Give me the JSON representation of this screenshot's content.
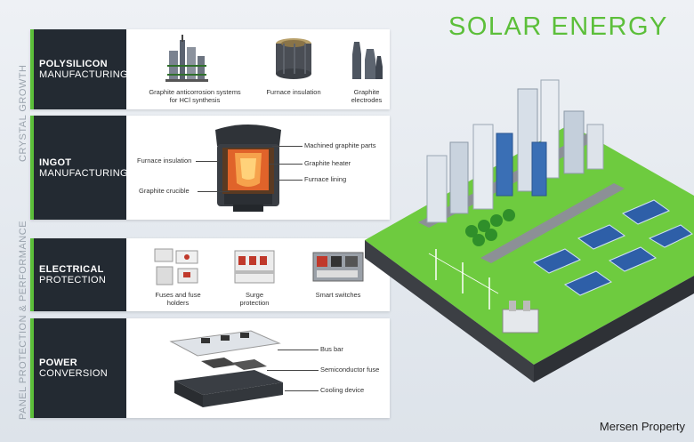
{
  "title": "SOLAR ENERGY",
  "credit": "Mersen Property",
  "side_labels": {
    "crystal_growth": "CRYSTAL GROWTH",
    "panel_protection": "PANEL PROTECTION & PERFORMANCE"
  },
  "panels": {
    "polysilicon": {
      "title_bold": "POLYSILICON",
      "title_sub": "MANUFACTURING",
      "items": [
        "Graphite anticorrosion systems for HCl synthesis",
        "Furnace insulation",
        "Graphite electrodes"
      ]
    },
    "ingot": {
      "title_bold": "INGOT",
      "title_sub": "MANUFACTURING",
      "labels": {
        "furnace_insulation": "Furnace insulation",
        "graphite_crucible": "Graphite crucible",
        "machined_parts": "Machined graphite parts",
        "graphite_heater": "Graphite heater",
        "furnace_lining": "Furnace lining"
      }
    },
    "electrical": {
      "title_bold": "ELECTRICAL",
      "title_sub": "PROTECTION",
      "items": [
        "Fuses and fuse holders",
        "Surge protection",
        "Smart switches"
      ]
    },
    "power": {
      "title_bold": "POWER",
      "title_sub": "CONVERSION",
      "labels": {
        "bus_bar": "Bus bar",
        "semiconductor_fuse": "Semiconductor fuse",
        "cooling_device": "Cooling device"
      }
    }
  },
  "colors": {
    "accent": "#5cbf3a",
    "dark": "#232a32"
  }
}
